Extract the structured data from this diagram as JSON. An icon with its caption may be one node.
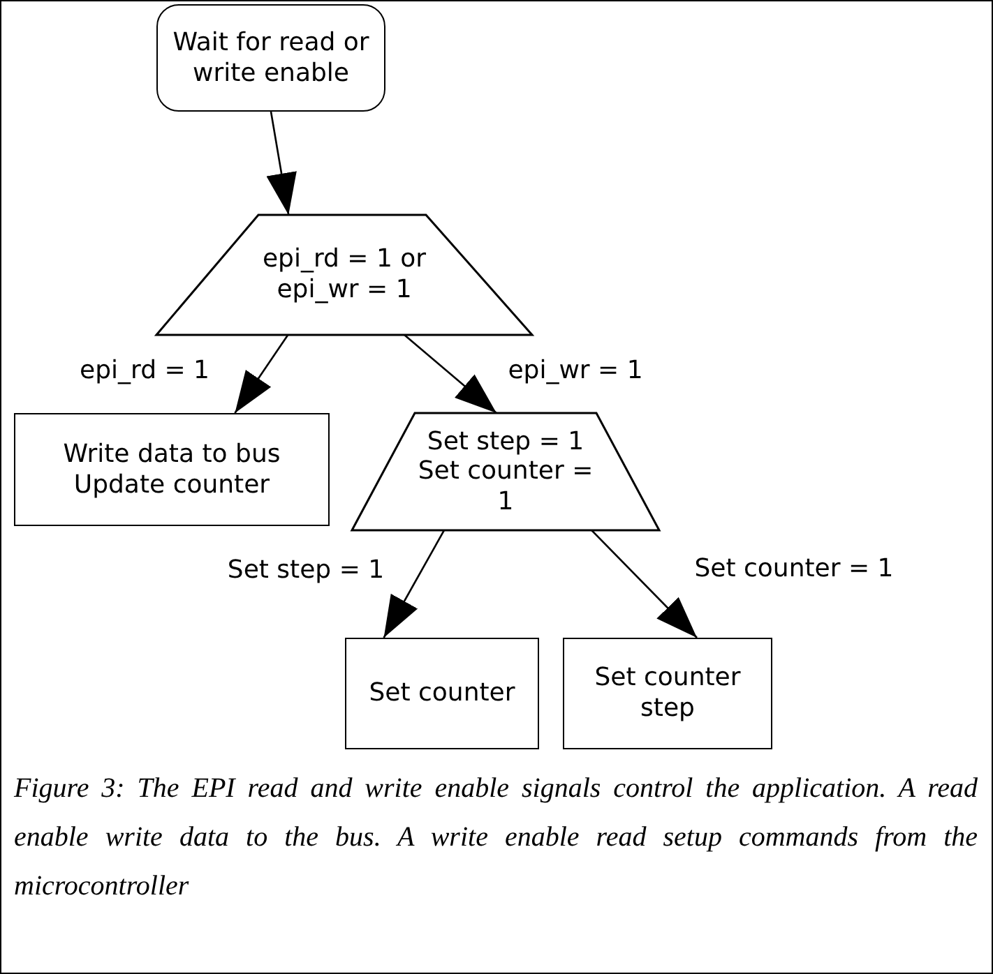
{
  "diagram": {
    "caption": "Figure 3: The EPI read and write enable signals control the application. A read enable write data to the bus. A write enable read setup commands from the microcontroller",
    "nodes": [
      {
        "text": [
          "Wait for read or write enable"
        ]
      },
      {
        "text": [
          "epi_rd = 1 or epi_wr = 1"
        ]
      },
      {
        "text": [
          "Write data to bus Update counter"
        ]
      },
      {
        "text": [
          "Set step = 1 Set counter = 1"
        ]
      },
      {
        "text": [
          "Set counter"
        ]
      },
      {
        "text": [
          "Set counter step"
        ]
      }
    ],
    "edges": [
      {
        "from": 0,
        "to": 1,
        "arrow": "to"
      },
      {
        "from": 1,
        "to": 2,
        "arrow": "to",
        "label": "epi_rd = 1"
      },
      {
        "from": 1,
        "to": 3,
        "arrow": "to",
        "label": "epi_wr = 1"
      },
      {
        "from": 3,
        "to": 4,
        "arrow": "to",
        "label": "Set step = 1"
      },
      {
        "from": 3,
        "to": 5,
        "arrow": "to",
        "label": "Set counter = 1"
      }
    ]
  }
}
